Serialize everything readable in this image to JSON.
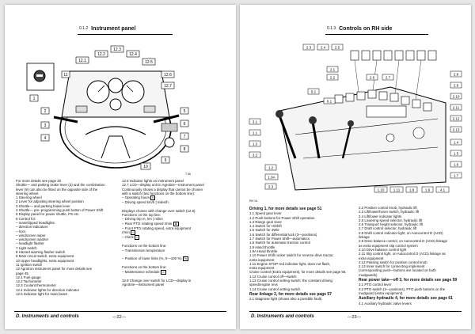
{
  "left": {
    "header": {
      "section": "0.1.2",
      "title": "Instrument panel"
    },
    "fig_no": "T 66",
    "callouts": [
      "1",
      "2",
      "3",
      "4",
      "5",
      "6",
      "7",
      "8",
      "9",
      "10",
      "11",
      "12.1",
      "12.2",
      "12.3",
      "12.4",
      "12.5",
      "12.6",
      "12.7"
    ],
    "col1": [
      "For more details see page 20",
      "Shuttle— and parking brake lever (3) and the combination",
      "lever (9) can also be fitted on the opposite side of the",
      "steering wheel.",
      "1  Steering wheel",
      "2  Lever for adjusting steering wheel position",
      "3  Shuttle— and parking brake lever",
      "4  Shuttle— pre–programming push button of Power Shift",
      "5  Display panel for power shuttle, PS etc.",
      "6  Control for:",
      "   – main/dipped headlights",
      "   – direction indicators",
      "   – horn",
      "   – windscreen wiper",
      "   – windscreen washer",
      "   – headlight flasher",
      "7  Light switch",
      "8  Hazard warning flasher switch",
      "9  Main circuit switch, extra equipment",
      "10  Upper headlights, extra equipment",
      "11  Ignition switch",
      "12  Agrotron instrument panel for more details see",
      "     page 45",
      "12.1 Fuel gauge",
      "12.2 Tachometer",
      "12.3 Coolant thermometer",
      "12.4 Indicator lights for direction indicator",
      "12.5 Indicator light for main beam"
    ],
    "col2": [
      "12.6 Indicator lights on instrument panel",
      "12.7 LCD—display unit in Agrotine—instrument panel",
      "Continuously shows a display that cannot be chosen",
      "with a switch (two functions on the bottom line):",
      "– Operating hours",
      "– Driving speed km/h  |  miles/h",
      "",
      "Displays chosen with change over switch (12.8)",
      "Functions on the top line:",
      "– Driving trip  m, km  |  miles",
      "– Rear PTO rotating speed  r/min",
      "– Front PTO rotating speed, extra equipment",
      "  r/min",
      "– Clock",
      "",
      "Functions on the bottom line:",
      "– Transmission temperature",
      "",
      "– Position of lower links (%, 0—100 %)",
      "",
      "Functions on the bottom line:",
      "– Maintenance schedule",
      "",
      "12.8 Change over switch for LCD—display in",
      "      Agrotine—instrument panel"
    ],
    "symbols": [
      "h",
      "km/h",
      "m",
      "○",
      "⌘",
      "⌂",
      "%",
      "⚠"
    ],
    "footer": {
      "title": "D. Instruments and controls",
      "page": "—22—"
    }
  },
  "right": {
    "header": {
      "section": "0.1.3",
      "title": "Controls on RH side"
    },
    "fig_no": "RH 16",
    "callouts": [
      "1.1",
      "1.2",
      "1.3",
      "1.4",
      "1.5",
      "1.6",
      "1.7",
      "1.8",
      "1.9",
      "1.9A",
      "1.10",
      "1.11",
      "2.1",
      "2.2",
      "2.3",
      "2.4",
      "2.5",
      "2.6",
      "2.7",
      "2.8",
      "2.9",
      "2.10",
      "2.11",
      "2.12",
      "2.13",
      "3.1",
      "3.2",
      "3.3",
      "4.1",
      "5.1",
      "6.1"
    ],
    "col1": [
      {
        "t": "Driving 1, for more details see page 51",
        "b": true
      },
      {
        "t": "1.1 Speed gear lever"
      },
      {
        "t": "1.2 Push buttons for Power Shift operation"
      },
      {
        "t": "1.3 Range gear lever"
      },
      {
        "t": "1.4 Switch for HiShift"
      },
      {
        "t": "1.5 Switch for 4WD"
      },
      {
        "t": "1.6 Switch for differential lock (3—positions)"
      },
      {
        "t": "1.7 Switch for Power Shift—automatics"
      },
      {
        "t": "1.8 Switch for automatic traction control"
      },
      {
        "t": "1.9 Hand throttle"
      },
      {
        "t": "1.9A Hand throttle"
      },
      {
        "t": "1.10 Power Shift rocker switch for reverse drive tractor,"
      },
      {
        "t": "      extra equipment"
      },
      {
        "t": "1.11 Engine STOP-red indicator light, does not flash,"
      },
      {
        "t": "      extra equipment"
      },
      {
        "t": "Cruise control (Extra equipment), for more details see page 55.",
        "w": true
      },
      {
        "t": "1.12 Cruise control off—switch"
      },
      {
        "t": "1.13 Cruise control setting switch; the constant driving"
      },
      {
        "t": "      speed/engine revs"
      },
      {
        "t": "1.14 Cruise control setting switch"
      },
      {
        "t": "Rear linkage 2, for more details see page 57",
        "b": true
      },
      {
        "t": "2.1 Diagnose light (shows also a possible fault)"
      }
    ],
    "col2": [
      {
        "t": "2.2 Position control knob, hydraulic lift"
      },
      {
        "t": "2.3 Lift/lower/hover switch, hydraulic lift"
      },
      {
        "t": "2.4 Lift/lower indicator lights"
      },
      {
        "t": "2.5 Lowering speed selector, hydraulic lift"
      },
      {
        "t": "2.6 Transport height selector, hydraulic lift"
      },
      {
        "t": "2.7 Draft control selector, hydraulic lift"
      },
      {
        "t": "2.8 Draft control indicator light, on Autocontrol D (ACD)"
      },
      {
        "t": "      linkage"
      },
      {
        "t": "2.9 Drive balance control, on Autocontrol D (ACD) linkage"
      },
      {
        "t": "      as extra equipment slip control system"
      },
      {
        "t": "2.10 Drive balance control light"
      },
      {
        "t": "2.11 Slip control light, on Autocontrol D (ACD) linkage as"
      },
      {
        "t": "       extra equipment"
      },
      {
        "t": "2.12 Passing switch for position control knob"
      },
      {
        "t": "2.13 Inner switch for connecting implement"
      },
      {
        "t": "       (corresponding push—buttons are located on both"
      },
      {
        "t": "       mudguards)"
      },
      {
        "t": "Rear power take—off 3, for more details see page 59",
        "b": true
      },
      {
        "t": "3.1 PTO control lever"
      },
      {
        "t": "3.2 PTO switch (3—positions), PTO push buttons on the"
      },
      {
        "t": "      mudguard (extra equipment)"
      },
      {
        "t": "Auxiliary hydraulic 4, for more details see page 61",
        "b": true
      },
      {
        "t": "4.1 Auxiliary hydraulic valve levers"
      }
    ],
    "footer": {
      "title": "D. Instruments and controls",
      "page": "—23—"
    }
  }
}
